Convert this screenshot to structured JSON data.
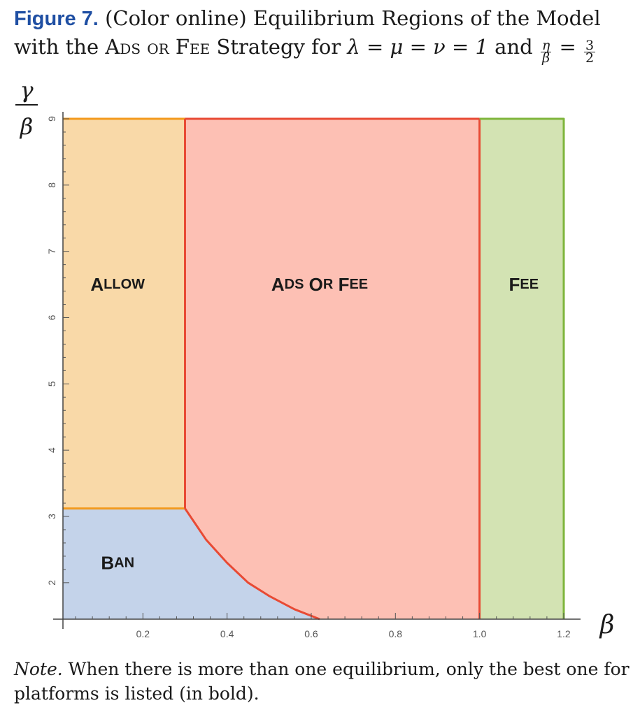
{
  "caption": {
    "figure_label": "Figure 7.",
    "text_1": "(Color online) Equilibrium Regions of the Model with the",
    "strategy_name": "Ads or Fee",
    "text_2": "Strategy for",
    "params_text": "λ = μ = ν = 1",
    "and_text": "and",
    "ratio_num": "η",
    "ratio_den": "β",
    "equals_text": "=",
    "value_num": "3",
    "value_den": "2"
  },
  "note": {
    "label": "Note.",
    "text": "When there is more than one equilibrium, only the best one for platforms is listed (in bold)."
  },
  "chart_data": {
    "type": "area",
    "title": "",
    "xlabel": "β",
    "ylabel_num": "γ",
    "ylabel_den": "β",
    "xlim": [
      0.01,
      1.22
    ],
    "ylim": [
      1.45,
      9
    ],
    "x_ticks": [
      {
        "value": 0.2,
        "label": "0.2"
      },
      {
        "value": 0.4,
        "label": "0.4"
      },
      {
        "value": 0.6,
        "label": "0.6"
      },
      {
        "value": 0.8,
        "label": "0.8"
      },
      {
        "value": 1.0,
        "label": "1.0"
      },
      {
        "value": 1.2,
        "label": "1.2"
      }
    ],
    "y_ticks": [
      {
        "value": 2,
        "label": "2"
      },
      {
        "value": 3,
        "label": "3"
      },
      {
        "value": 4,
        "label": "4"
      },
      {
        "value": 5,
        "label": "5"
      },
      {
        "value": 6,
        "label": "6"
      },
      {
        "value": 7,
        "label": "7"
      },
      {
        "value": 8,
        "label": "8"
      },
      {
        "value": 9,
        "label": "9"
      }
    ],
    "regions": [
      {
        "label": "Allow",
        "label_at": [
          0.14,
          6.5
        ],
        "fill": "#f9d9a8",
        "stroke": "#f39a1e",
        "points": [
          [
            0.01,
            3.12
          ],
          [
            0.3,
            3.12
          ],
          [
            0.3,
            9
          ],
          [
            0.01,
            9
          ]
        ]
      },
      {
        "label": "Ban",
        "label_at": [
          0.14,
          2.3
        ],
        "fill": "#c4d3ea",
        "stroke": "#f39a1e",
        "points": [
          [
            0.01,
            1.45
          ],
          [
            0.01,
            3.12
          ],
          [
            0.3,
            3.12
          ],
          [
            0.35,
            2.65
          ],
          [
            0.4,
            2.3
          ],
          [
            0.45,
            2.0
          ],
          [
            0.5,
            1.8
          ],
          [
            0.56,
            1.6
          ],
          [
            0.62,
            1.45
          ]
        ]
      },
      {
        "label": "Ads or Fee",
        "label_at": [
          0.62,
          6.5
        ],
        "fill": "#fdc0b4",
        "stroke": "#e84a34",
        "points": [
          [
            0.3,
            9
          ],
          [
            1.0,
            9
          ],
          [
            1.0,
            1.45
          ],
          [
            0.62,
            1.45
          ],
          [
            0.56,
            1.6
          ],
          [
            0.5,
            1.8
          ],
          [
            0.45,
            2.0
          ],
          [
            0.4,
            2.3
          ],
          [
            0.35,
            2.65
          ],
          [
            0.3,
            3.12
          ]
        ]
      },
      {
        "label": "Fee",
        "label_at": [
          1.105,
          6.5
        ],
        "fill": "#d3e3b3",
        "stroke": "#7fb53c",
        "points": [
          [
            1.0,
            1.45
          ],
          [
            1.2,
            1.45
          ],
          [
            1.2,
            9
          ],
          [
            1.0,
            9
          ]
        ]
      }
    ]
  }
}
